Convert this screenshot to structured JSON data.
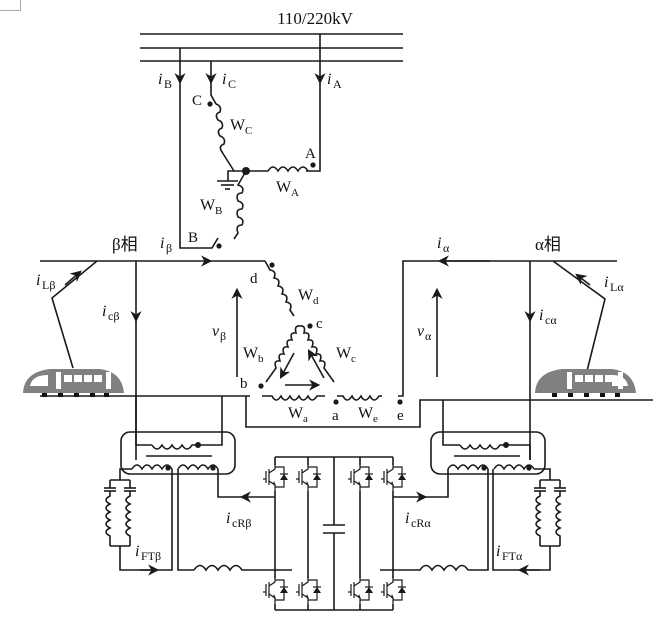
{
  "diagram": {
    "bus_label": "110/220kV",
    "colors": {
      "line": "#1a1a1a",
      "train": "#808080"
    },
    "currents": {
      "iB": {
        "main": "i",
        "sub": "B"
      },
      "iC": {
        "main": "i",
        "sub": "C"
      },
      "iA": {
        "main": "i",
        "sub": "A"
      },
      "ibeta": {
        "main": "i",
        "sub": "β"
      },
      "ialpha": {
        "main": "i",
        "sub": "α"
      },
      "iLbeta": {
        "main": "i",
        "sub": "Lβ"
      },
      "iLalpha": {
        "main": "i",
        "sub": "Lα"
      },
      "icbeta": {
        "main": "i",
        "sub": "cβ"
      },
      "icalpha": {
        "main": "i",
        "sub": "cα"
      },
      "icRbeta": {
        "main": "i",
        "sub": "cRβ"
      },
      "icRalpha": {
        "main": "i",
        "sub": "cRα"
      },
      "iFTbeta": {
        "main": "i",
        "sub": "FTβ"
      },
      "iFTalpha": {
        "main": "i",
        "sub": "FTα"
      }
    },
    "voltages": {
      "vbeta": {
        "main": "v",
        "sub": "β"
      },
      "valpha": {
        "main": "v",
        "sub": "α"
      }
    },
    "phases": {
      "beta": "β相",
      "alpha": "α相"
    },
    "windings": {
      "WA": {
        "main": "W",
        "sub": "A"
      },
      "WB": {
        "main": "W",
        "sub": "B"
      },
      "WC": {
        "main": "W",
        "sub": "C"
      },
      "Wa": {
        "main": "W",
        "sub": "a"
      },
      "Wb": {
        "main": "W",
        "sub": "b"
      },
      "Wc": {
        "main": "W",
        "sub": "c"
      },
      "Wd": {
        "main": "W",
        "sub": "d"
      },
      "We": {
        "main": "W",
        "sub": "e"
      }
    },
    "terminals": {
      "A": "A",
      "B": "B",
      "C": "C",
      "a": "a",
      "b": "b",
      "c": "c",
      "d": "d",
      "e": "e"
    },
    "icons": [
      "train-icon",
      "transformer-icon",
      "igbt-icon",
      "capacitor-icon",
      "inductor-icon",
      "ground-icon"
    ]
  }
}
